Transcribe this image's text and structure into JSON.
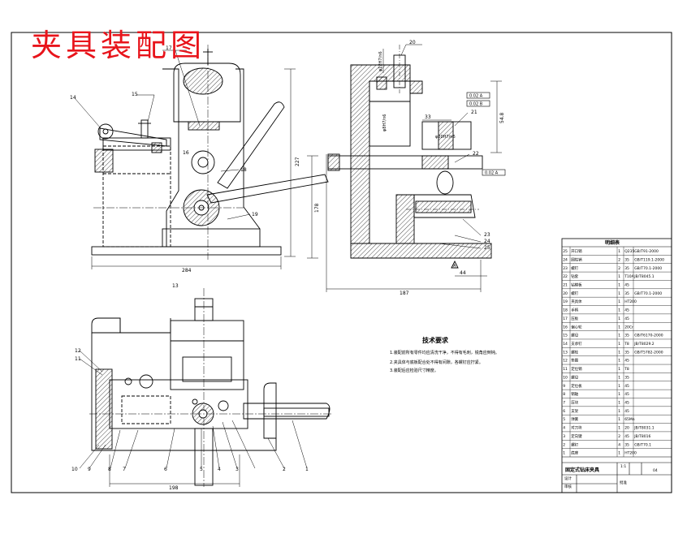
{
  "drawing_title": "夹具装配图",
  "front_view": {
    "part_labels": [
      "14",
      "15",
      "17",
      "16",
      "18",
      "19"
    ],
    "dims": {
      "width": "284",
      "height": "227"
    }
  },
  "side_view": {
    "part_labels": [
      "20",
      "21",
      "22",
      "23",
      "24",
      "25"
    ],
    "dims": {
      "width": "187",
      "height": "178",
      "offset": "44",
      "right_height": "54.8",
      "slot": "33"
    },
    "fits": [
      "φ12H7/n6",
      "φ20H7/n6",
      "φ8H7/n6"
    ],
    "tolerances": [
      "0.02 A",
      "0.02 B",
      "0.02 A"
    ],
    "datum": "A"
  },
  "top_view": {
    "part_labels": [
      "13",
      "12",
      "11",
      "10",
      "9",
      "8",
      "7",
      "6",
      "5",
      "4",
      "3",
      "2",
      "1"
    ],
    "dims": {
      "width": "198"
    }
  },
  "tech_requirements": {
    "heading": "技术要求",
    "items": [
      "1.装配前所有零件均应清洗干净，不得有毛刺，锐角应倒钝。",
      "2.夹具体与底板配合处不得有间隙，各螺钉应拧紧。",
      "3.装配后应检验尺寸精度。"
    ]
  },
  "parts_table": {
    "heading": "明细表",
    "rows": [
      {
        "no": "25",
        "name": "开口销",
        "qty": "1",
        "mat": "Q235",
        "note": "GB/T91-2000"
      },
      {
        "no": "24",
        "name": "圆柱销",
        "qty": "2",
        "mat": "35",
        "note": "GB/T119.1-2000"
      },
      {
        "no": "23",
        "name": "螺钉",
        "qty": "2",
        "mat": "35",
        "note": "GB/T70.1-2000"
      },
      {
        "no": "22",
        "name": "钻套",
        "qty": "1",
        "mat": "T10A",
        "note": "JB/T8045.1"
      },
      {
        "no": "21",
        "name": "钻模板",
        "qty": "1",
        "mat": "45",
        "note": ""
      },
      {
        "no": "20",
        "name": "螺钉",
        "qty": "1",
        "mat": "35",
        "note": "GB/T70.1-2000"
      },
      {
        "no": "19",
        "name": "夹具体",
        "qty": "1",
        "mat": "HT200",
        "note": ""
      },
      {
        "no": "18",
        "name": "手柄",
        "qty": "1",
        "mat": "45",
        "note": ""
      },
      {
        "no": "17",
        "name": "压板",
        "qty": "1",
        "mat": "45",
        "note": ""
      },
      {
        "no": "16",
        "name": "偏心轮",
        "qty": "1",
        "mat": "20Cr",
        "note": ""
      },
      {
        "no": "15",
        "name": "螺母",
        "qty": "1",
        "mat": "35",
        "note": "GB/T6170-2000"
      },
      {
        "no": "14",
        "name": "支承钉",
        "qty": "1",
        "mat": "T8",
        "note": "JB/T8029.2"
      },
      {
        "no": "13",
        "name": "螺栓",
        "qty": "1",
        "mat": "35",
        "note": "GB/T5782-2000"
      },
      {
        "no": "12",
        "name": "垫圈",
        "qty": "1",
        "mat": "45",
        "note": ""
      },
      {
        "no": "11",
        "name": "定位销",
        "qty": "1",
        "mat": "T8",
        "note": ""
      },
      {
        "no": "10",
        "name": "螺母",
        "qty": "1",
        "mat": "35",
        "note": ""
      },
      {
        "no": "9",
        "name": "定位板",
        "qty": "1",
        "mat": "45",
        "note": ""
      },
      {
        "no": "8",
        "name": "销轴",
        "qty": "1",
        "mat": "45",
        "note": ""
      },
      {
        "no": "7",
        "name": "压块",
        "qty": "1",
        "mat": "45",
        "note": ""
      },
      {
        "no": "6",
        "name": "支架",
        "qty": "1",
        "mat": "45",
        "note": ""
      },
      {
        "no": "5",
        "name": "弹簧",
        "qty": "1",
        "mat": "65Mn",
        "note": ""
      },
      {
        "no": "4",
        "name": "对刀块",
        "qty": "1",
        "mat": "20",
        "note": "JB/T8031.1"
      },
      {
        "no": "3",
        "name": "定向键",
        "qty": "2",
        "mat": "45",
        "note": "JB/T8016"
      },
      {
        "no": "2",
        "name": "螺钉",
        "qty": "4",
        "mat": "35",
        "note": "GB/T70.1"
      },
      {
        "no": "1",
        "name": "底座",
        "qty": "1",
        "mat": "HT200",
        "note": ""
      }
    ]
  },
  "title_block": {
    "title": "固定式钻床夹具",
    "scale": "1:1",
    "sheet": "04",
    "roles": [
      "设计",
      "审核",
      "批准"
    ]
  }
}
